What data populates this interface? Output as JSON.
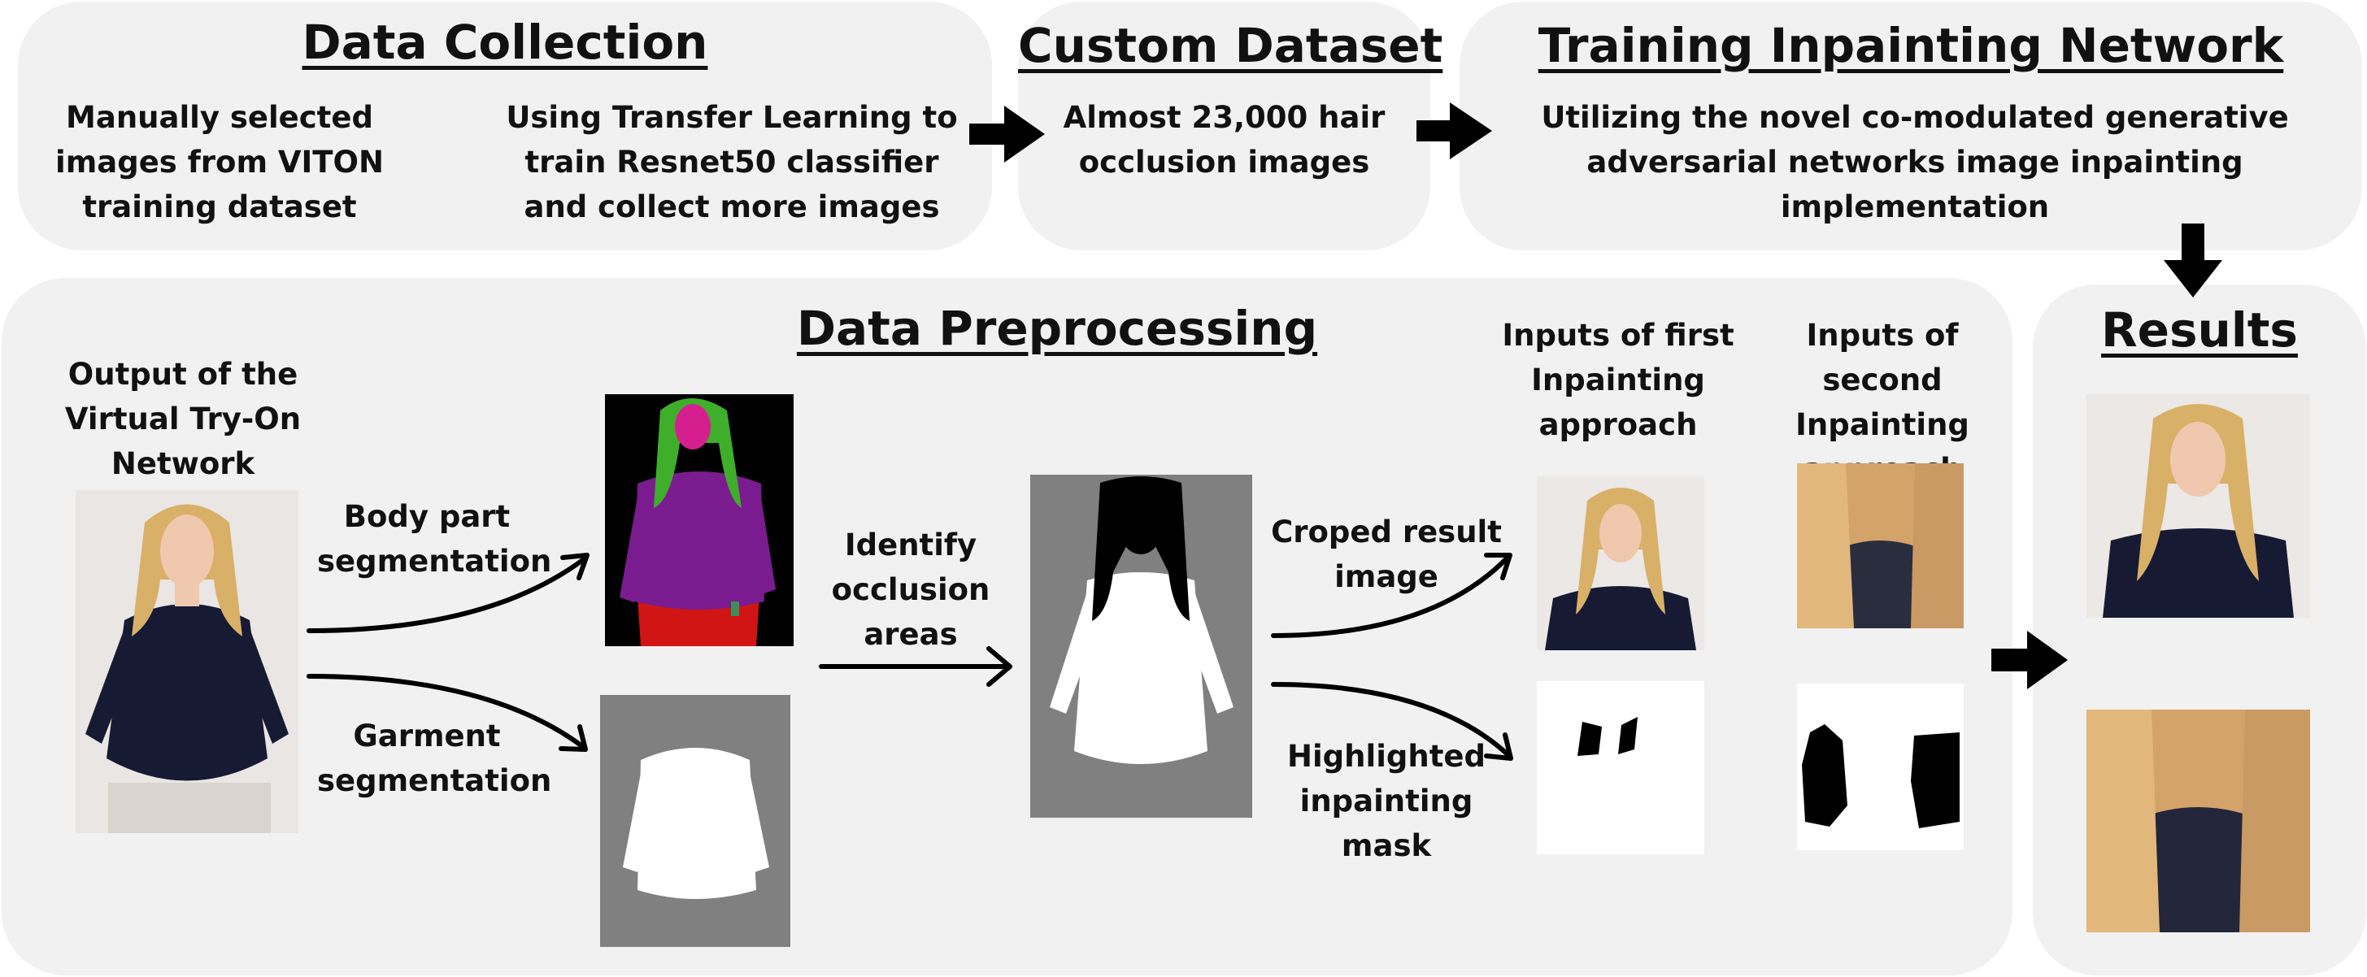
{
  "data_collection": {
    "title": "Data Collection",
    "manual_line1": "Manually selected",
    "manual_line2": "images from VITON",
    "manual_line3": "training dataset",
    "transfer_line1": "Using Transfer Learning to",
    "transfer_line2": "train Resnet50 classifier",
    "transfer_line3": "and collect more images"
  },
  "custom_dataset": {
    "title": "Custom Dataset",
    "line1": "Almost 23,000 hair",
    "line2": "occlusion images"
  },
  "training": {
    "title": "Training Inpainting Network",
    "line1_plain": "Utilizing the novel ",
    "line1_bold": "co-modulated generative",
    "line2_bold": "adversarial networks",
    "line2_plain": " image inpainting",
    "line3": "implementation"
  },
  "preprocessing": {
    "title": "Data Preprocessing",
    "output_line1": "Output of the",
    "output_line2": "Virtual Try-On",
    "output_line3": "Network",
    "body_seg_line1": "Body part",
    "body_seg_line2": "segmentation",
    "garment_seg_line1": "Garment",
    "garment_seg_line2": "segmentation",
    "identify_line1": "Identify",
    "identify_line2": "occlusion",
    "identify_line3": "areas",
    "croped_line1": "Croped result",
    "croped_line2": "image",
    "mask_line1": "Highlighted",
    "mask_line2": "inpainting",
    "mask_line3": "mask",
    "first_line1": "Inputs of first",
    "first_line2": "Inpainting",
    "first_line3": "approach",
    "second_line1": "Inputs of second",
    "second_line2": "Inpainting",
    "second_line3": "approach"
  },
  "results": {
    "title": "Results"
  },
  "colors": {
    "panel": "#f1f1f1",
    "segmentation_hair": "#3fae2a",
    "segmentation_face": "#d61f8e",
    "segmentation_top": "#7a1c8f",
    "segmentation_pants": "#d11414",
    "mask_gray": "#808080",
    "sweater": "#161a33",
    "hair": "#d9b067"
  }
}
